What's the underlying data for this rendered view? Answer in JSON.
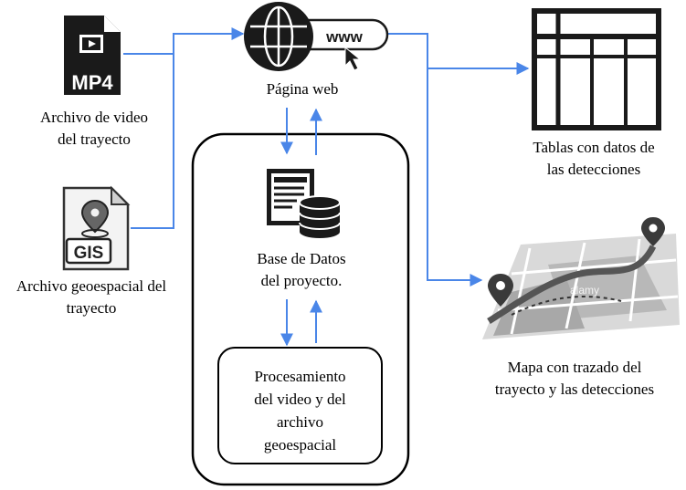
{
  "nodes": {
    "video_file": {
      "label": "Archivo de video\ndel trayecto",
      "icon": "mp4-file-icon",
      "icon_text": "MP4"
    },
    "geo_file": {
      "label": "Archivo geoespacial del\ntrayecto",
      "icon": "gis-file-icon",
      "icon_text": "GIS"
    },
    "web_page": {
      "label": "Página web",
      "icon": "globe-www-icon",
      "icon_text": "www"
    },
    "database": {
      "label": "Base de Datos\ndel proyecto.",
      "icon": "database-icon"
    },
    "processing": {
      "label": "Procesamiento\ndel video y del\narchivo\ngeoespacial"
    },
    "tables": {
      "label": "Tablas con datos de\nlas detecciones",
      "icon": "table-icon"
    },
    "map": {
      "label": "Mapa con trazado del\ntrayecto y las detecciones",
      "icon": "map-icon",
      "map_text": "alamy"
    }
  },
  "colors": {
    "connector": "#4a86e8",
    "text": "#000000",
    "icon_dark": "#1a1a1a",
    "map_light": "#d9d9d9",
    "map_mid": "#8a8a8a",
    "map_road": "#555555"
  }
}
